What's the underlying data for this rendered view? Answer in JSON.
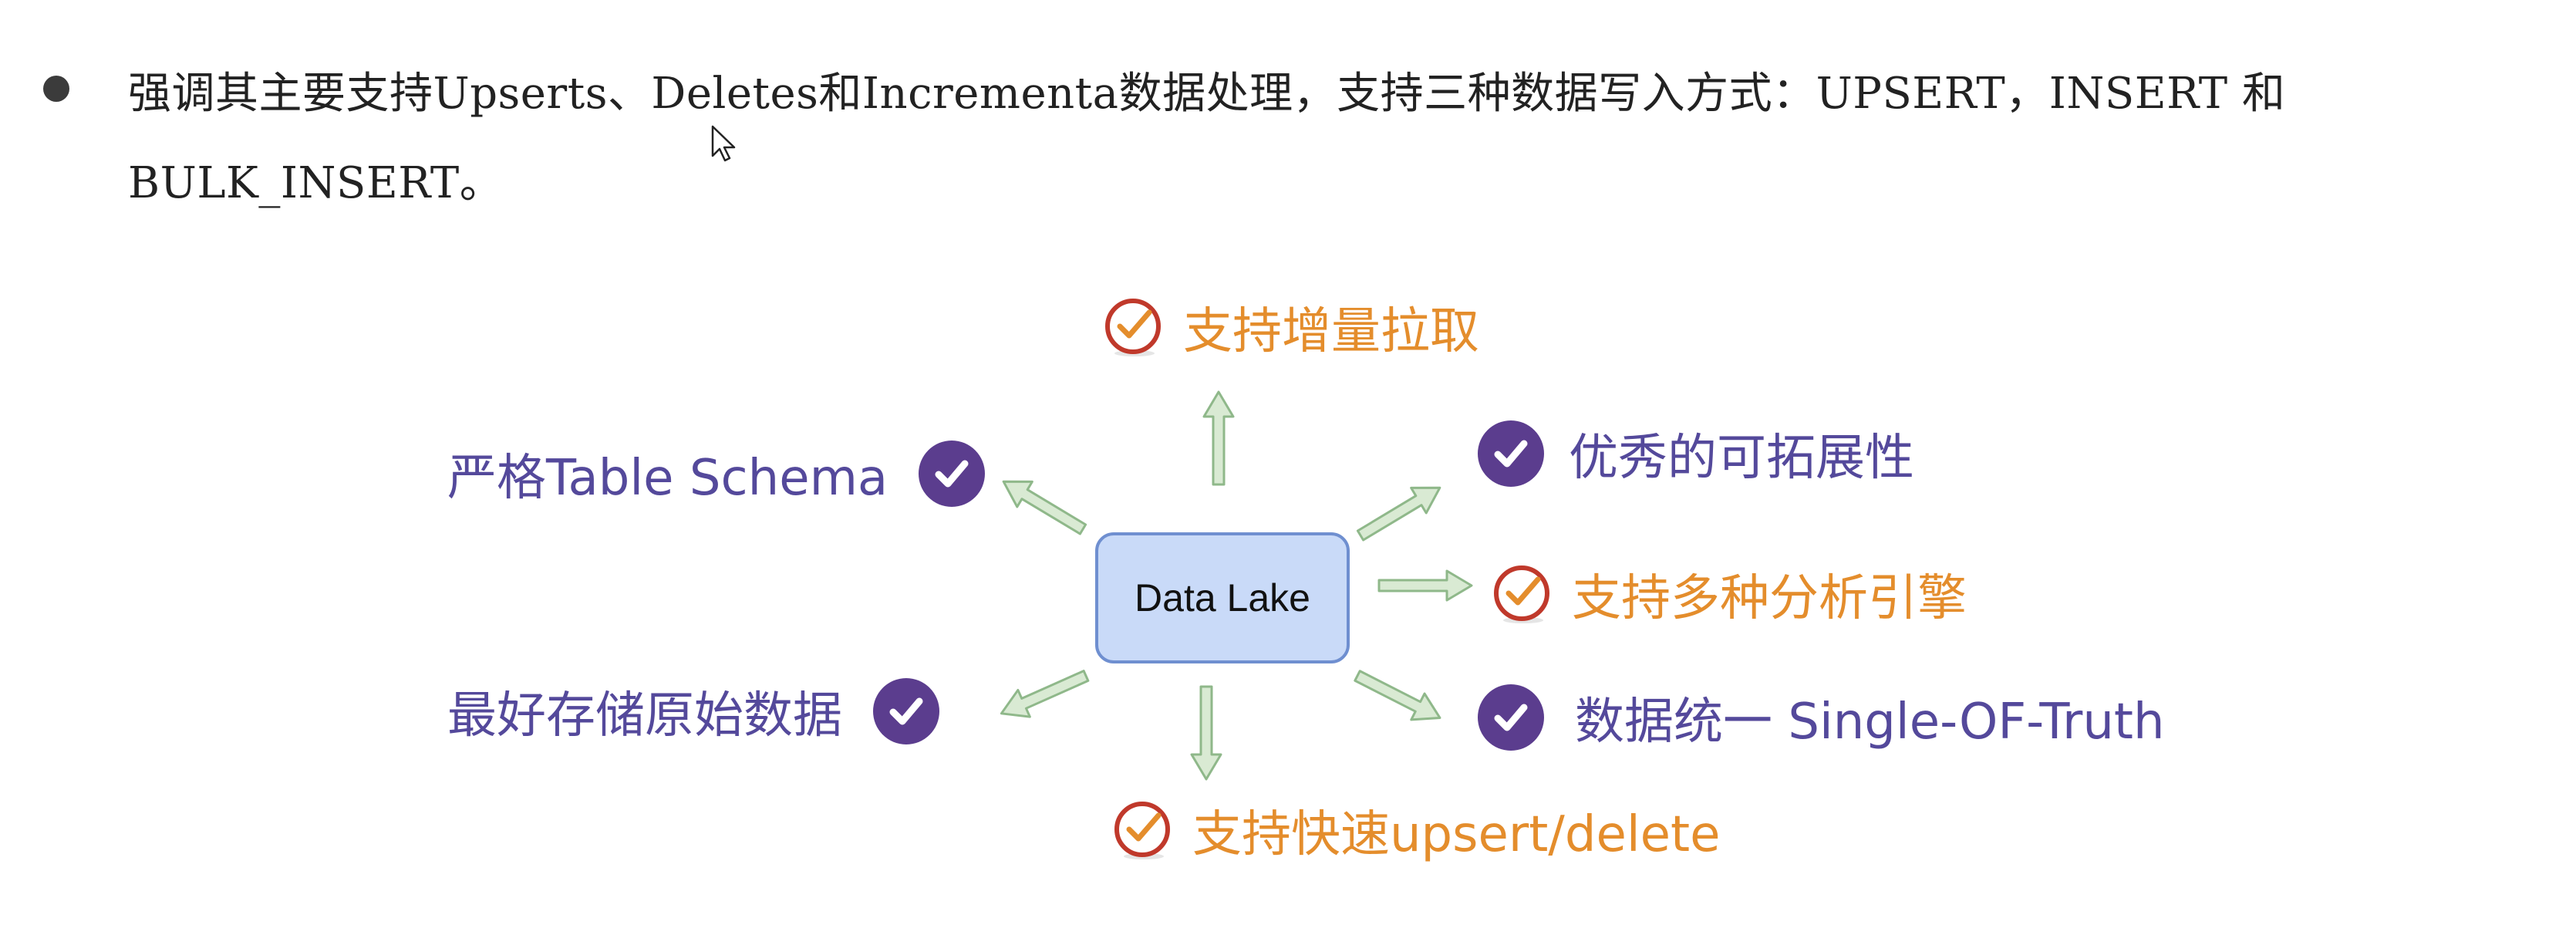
{
  "text": {
    "line1": "强调其主要支持Upserts、Deletes和Incrementa数据处理，支持三种数据写入方式：UPSERT，INSERT 和",
    "line2": "BULK_INSERT。"
  },
  "diagram": {
    "center": "Data Lake",
    "features": {
      "top": "支持增量拉取",
      "upper_left": "严格Table Schema",
      "upper_right": "优秀的可拓展性",
      "right": "支持多种分析引擎",
      "lower_left": "最好存储原始数据",
      "lower_right": "数据统一 Single-OF-Truth",
      "bottom": "支持快速upsert/delete"
    }
  },
  "colors": {
    "purple_text": "#54499b",
    "orange_text": "#e48d2c",
    "check_purple": "#5b3d8e",
    "check_orange_ring": "#c0392b",
    "arrow_fill": "#d9ead3",
    "arrow_stroke": "#8fb88a",
    "center_fill": "#c9daf8",
    "center_stroke": "#6f8fd0"
  },
  "icons": {
    "bullet": "bullet-dot",
    "cursor": "mouse-pointer-icon",
    "purple_check": "check-circle-icon",
    "orange_check": "check-ring-icon"
  }
}
